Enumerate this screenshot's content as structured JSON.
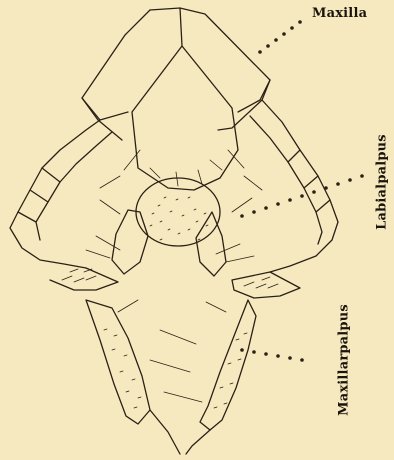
{
  "figure": {
    "background": "#f7e9bf",
    "ink": "#2a2116",
    "labels": {
      "maxilla": "Maxilla",
      "labialpalpus": "Labialpalpus",
      "maxillarpalpus": "Maxillarpalpus"
    }
  }
}
